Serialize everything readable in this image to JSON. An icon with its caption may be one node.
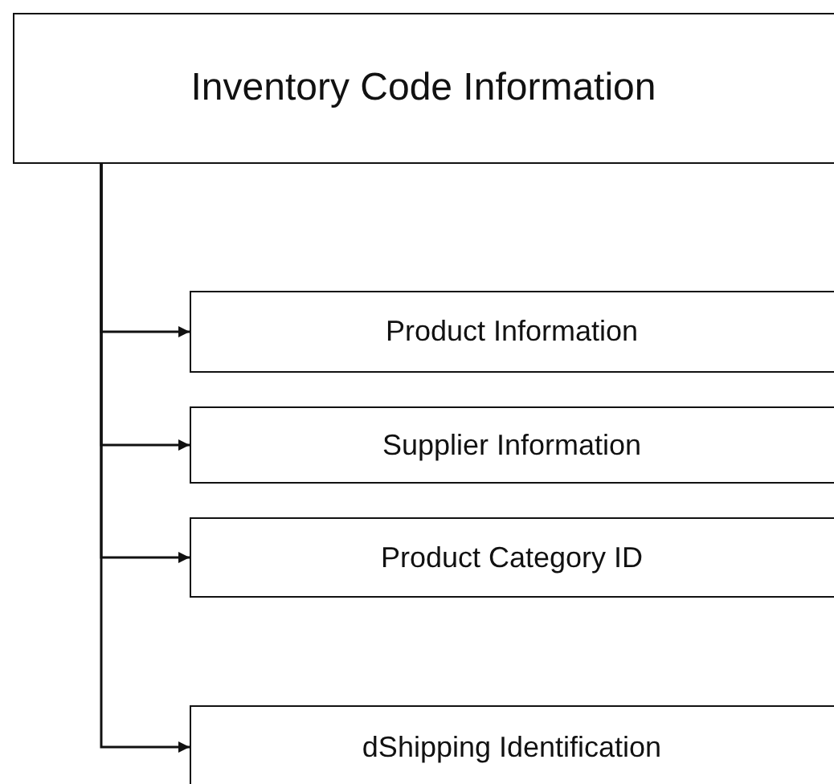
{
  "diagram": {
    "nodes": [
      {
        "text": [
          "Inventory Code Information"
        ]
      },
      {
        "text": [
          "Product Information"
        ]
      },
      {
        "text": [
          "Supplier Information"
        ]
      },
      {
        "text": [
          "Product Category ID"
        ]
      },
      {
        "text": [
          "dShipping Identification"
        ]
      }
    ],
    "edges": [
      {
        "from": 0,
        "to": 1,
        "arrow": "to"
      },
      {
        "from": 0,
        "to": 2,
        "arrow": "to"
      },
      {
        "from": 0,
        "to": 3,
        "arrow": "to"
      },
      {
        "from": 0,
        "to": 4,
        "arrow": "to"
      }
    ]
  }
}
